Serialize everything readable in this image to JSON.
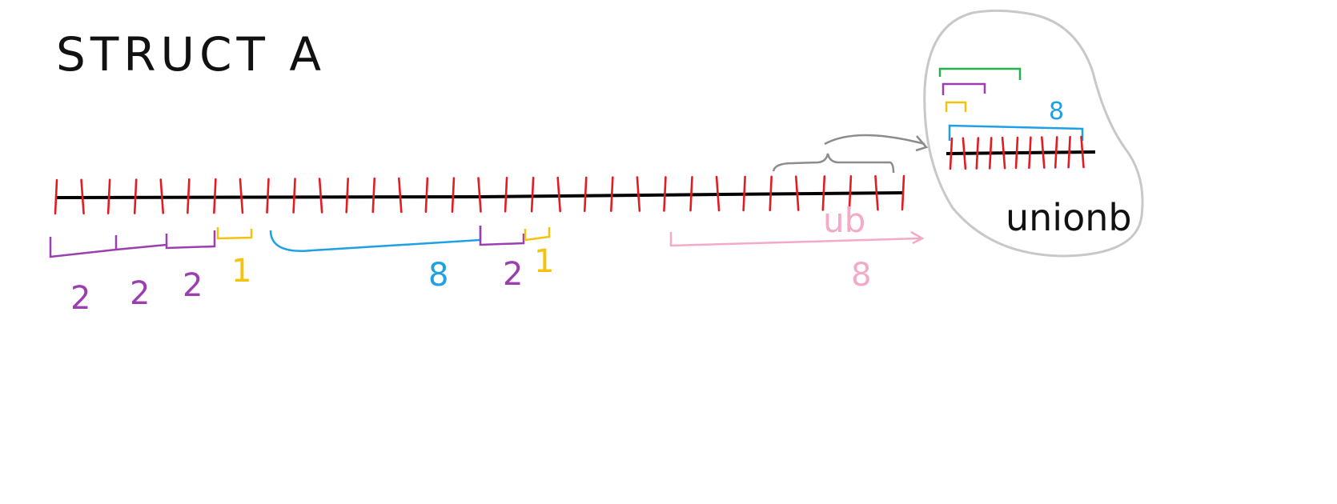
{
  "title": "STRUCT A",
  "colors": {
    "line": "#000000",
    "tick": "#e31b23",
    "purple": "#9b3fb0",
    "yellow": "#f5c20c",
    "blue": "#1ea0e6",
    "pink": "#f5a9c8",
    "green": "#22b14c",
    "gray": "#8c8c8c",
    "bubble": "#c8c8c8"
  },
  "struct_a": {
    "tick_count": 33,
    "segments": [
      {
        "label": "2",
        "color": "purple"
      },
      {
        "label": "2",
        "color": "purple"
      },
      {
        "label": "2",
        "color": "purple"
      },
      {
        "label": "1",
        "color": "yellow"
      },
      {
        "label": "8",
        "color": "blue"
      },
      {
        "label": "2",
        "color": "purple"
      },
      {
        "label": "1",
        "color": "yellow"
      },
      {
        "label": "8",
        "color": "pink"
      }
    ],
    "ub_label": "ub"
  },
  "union_b": {
    "label": "unionb",
    "tick_count": 11,
    "size_label": "8"
  }
}
